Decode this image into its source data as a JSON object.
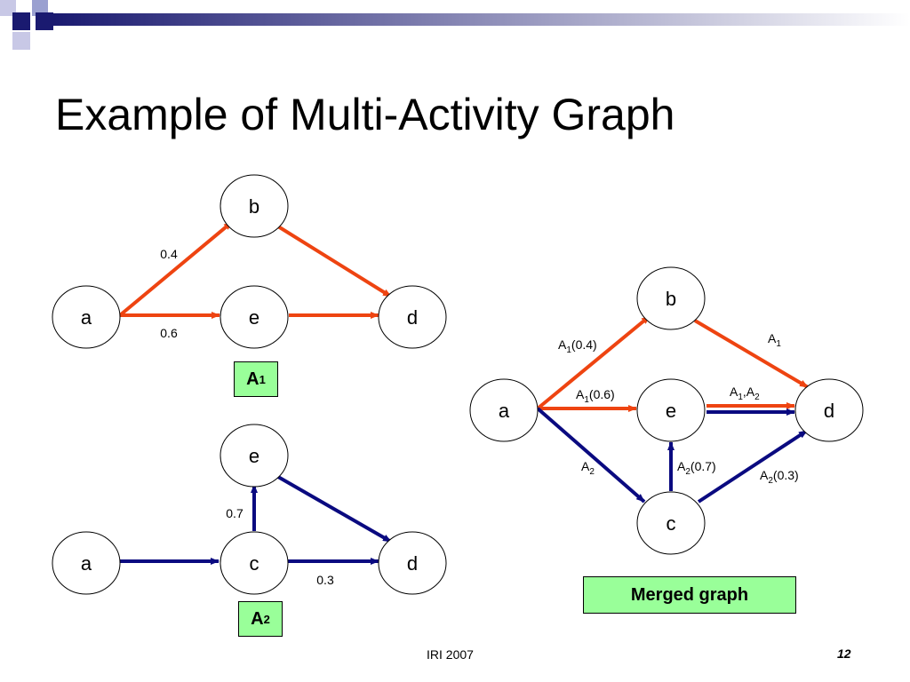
{
  "slide": {
    "title": "Example of Multi-Activity Graph",
    "footer_center": "IRI 2007",
    "page_number": "12"
  },
  "colors": {
    "activity1_edge": "#ee4411",
    "activity2_edge": "#0a0a80",
    "label_box_fill": "#99ff99",
    "deco_navy": "#1a1a70"
  },
  "graph_a1": {
    "nodes": [
      "a",
      "b",
      "e",
      "d"
    ],
    "edges": [
      {
        "from": "a",
        "to": "b",
        "label": "0.4"
      },
      {
        "from": "a",
        "to": "e",
        "label": "0.6"
      },
      {
        "from": "b",
        "to": "d",
        "label": ""
      },
      {
        "from": "e",
        "to": "d",
        "label": ""
      }
    ],
    "tag_main": "A",
    "tag_sub": "1"
  },
  "graph_a2": {
    "nodes": [
      "a",
      "c",
      "e",
      "d"
    ],
    "edges": [
      {
        "from": "a",
        "to": "c",
        "label": ""
      },
      {
        "from": "c",
        "to": "e",
        "label": "0.7"
      },
      {
        "from": "c",
        "to": "d",
        "label": "0.3"
      },
      {
        "from": "e",
        "to": "d",
        "label": ""
      }
    ],
    "tag_main": "A",
    "tag_sub": "2"
  },
  "merged": {
    "nodes": [
      "a",
      "b",
      "e",
      "d",
      "c"
    ],
    "edges": [
      {
        "from": "a",
        "to": "b",
        "label_main": "A",
        "label_sub": "1",
        "label_tail": "(0.4)"
      },
      {
        "from": "a",
        "to": "e",
        "label_main": "A",
        "label_sub": "1",
        "label_tail": "(0.6)"
      },
      {
        "from": "b",
        "to": "d",
        "label_main": "A",
        "label_sub": "1",
        "label_tail": ""
      },
      {
        "from": "e",
        "to": "d",
        "label_main": "A",
        "label_sub": "1",
        "label_tail": ",A",
        "label_sub2": "2"
      },
      {
        "from": "a",
        "to": "c",
        "label_main": "A",
        "label_sub": "2",
        "label_tail": ""
      },
      {
        "from": "c",
        "to": "e",
        "label_main": "A",
        "label_sub": "2",
        "label_tail": "(0.7)"
      },
      {
        "from": "c",
        "to": "d",
        "label_main": "A",
        "label_sub": "2",
        "label_tail": "(0.3)"
      }
    ],
    "caption": "Merged graph"
  }
}
